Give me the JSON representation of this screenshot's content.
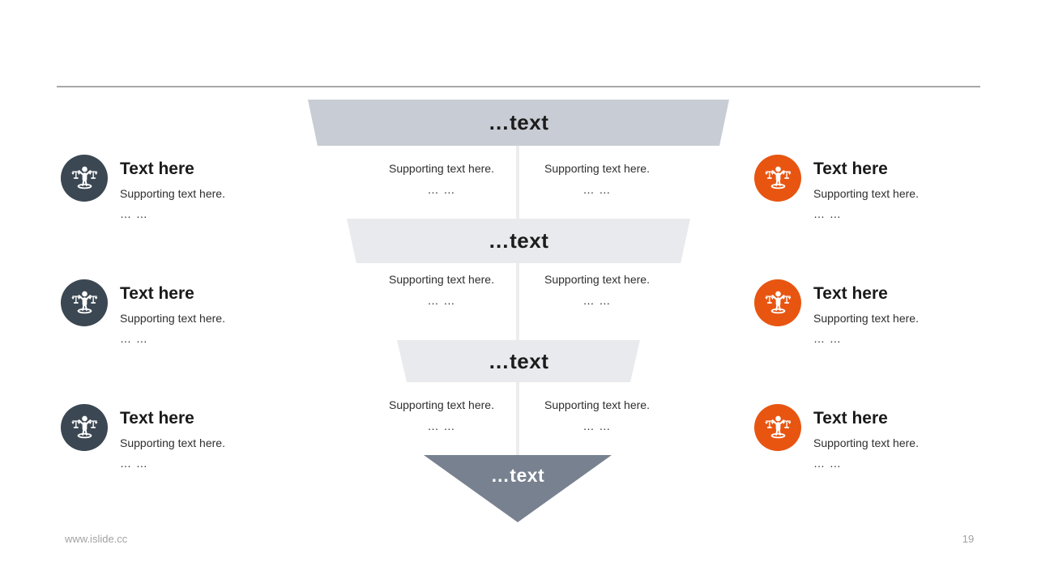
{
  "funnel": {
    "levels": [
      {
        "label": "…text"
      },
      {
        "label": "…text"
      },
      {
        "label": "…text"
      },
      {
        "label": "…text"
      }
    ],
    "rows": [
      {
        "left": {
          "line1": "Supporting text here.",
          "line2": "… …"
        },
        "right": {
          "line1": "Supporting text here.",
          "line2": "… …"
        }
      },
      {
        "left": {
          "line1": "Supporting text here.",
          "line2": "… …"
        },
        "right": {
          "line1": "Supporting text here.",
          "line2": "… …"
        }
      },
      {
        "left": {
          "line1": "Supporting text here.",
          "line2": "… …"
        },
        "right": {
          "line1": "Supporting text here.",
          "line2": "… …"
        }
      }
    ]
  },
  "side_panels": {
    "left": {
      "items": [
        {
          "icon": "justice-scales-icon",
          "title": "Text here",
          "line1": "Supporting text here.",
          "line2": "… …"
        },
        {
          "icon": "justice-scales-icon",
          "title": "Text here",
          "line1": "Supporting text here.",
          "line2": "… …"
        },
        {
          "icon": "justice-scales-icon",
          "title": "Text here",
          "line1": "Supporting text here.",
          "line2": "… …"
        }
      ]
    },
    "right": {
      "items": [
        {
          "icon": "justice-scales-icon",
          "title": "Text here",
          "line1": "Supporting text here.",
          "line2": "… …"
        },
        {
          "icon": "justice-scales-icon",
          "title": "Text here",
          "line1": "Supporting text here.",
          "line2": "… …"
        },
        {
          "icon": "justice-scales-icon",
          "title": "Text here",
          "line1": "Supporting text here.",
          "line2": "… …"
        }
      ]
    }
  },
  "footer": {
    "website": "www.islide.cc",
    "page_number": "19"
  },
  "colors": {
    "funnel_top": "#c8ccd4",
    "funnel_mid": "#e9eaed",
    "funnel_triangle": "#77818f",
    "left_icon_bg": "#3b4752",
    "right_icon_bg": "#e85511",
    "divider": "#a8a8a8",
    "center_line": "#ededed",
    "title_text": "#1a1a1a",
    "body_text": "#2e2e2e",
    "footer_text": "#a2a2a2",
    "triangle_label_text": "#ffffff"
  }
}
